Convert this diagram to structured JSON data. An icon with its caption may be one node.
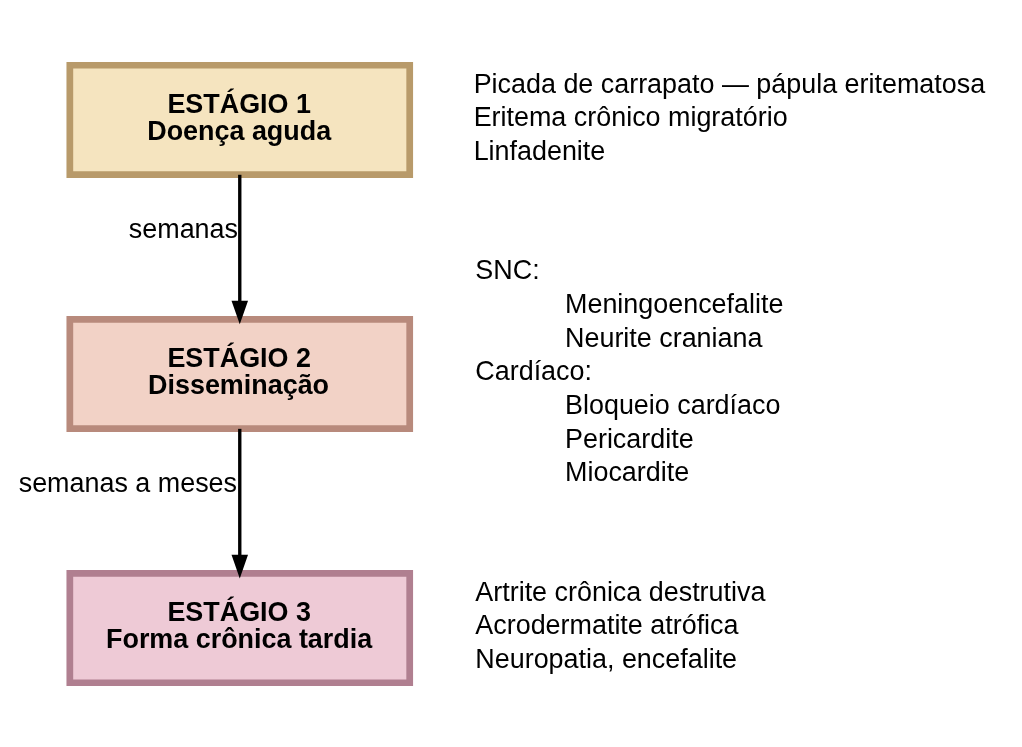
{
  "diagram": {
    "nodes": [
      {
        "text": [
          "ESTÁGIO 1",
          "Doença aguda"
        ],
        "beside": [
          "Picada de carrapato — pápula eritematosa",
          "Eritema crônico migratório",
          "Linfadenite"
        ]
      },
      {
        "text": [
          "ESTÁGIO 2",
          "Disseminação"
        ],
        "beside": [
          "SNC:",
          "Meningoencefalite",
          "Neurite craniana",
          "Cardíaco:",
          "Bloqueio cardíaco",
          "Pericardite",
          "Miocardite"
        ]
      },
      {
        "text": [
          "ESTÁGIO 3",
          "Forma crônica tardia"
        ],
        "beside": [
          "Artrite crônica destrutiva",
          "Acrodermatite atrófica",
          "Neuropatia, encefalite"
        ]
      }
    ],
    "edges": [
      {
        "from": 0,
        "to": 1,
        "arrow": "to",
        "label": "semanas"
      },
      {
        "from": 1,
        "to": 2,
        "arrow": "to",
        "label": "semanas a meses"
      }
    ]
  }
}
